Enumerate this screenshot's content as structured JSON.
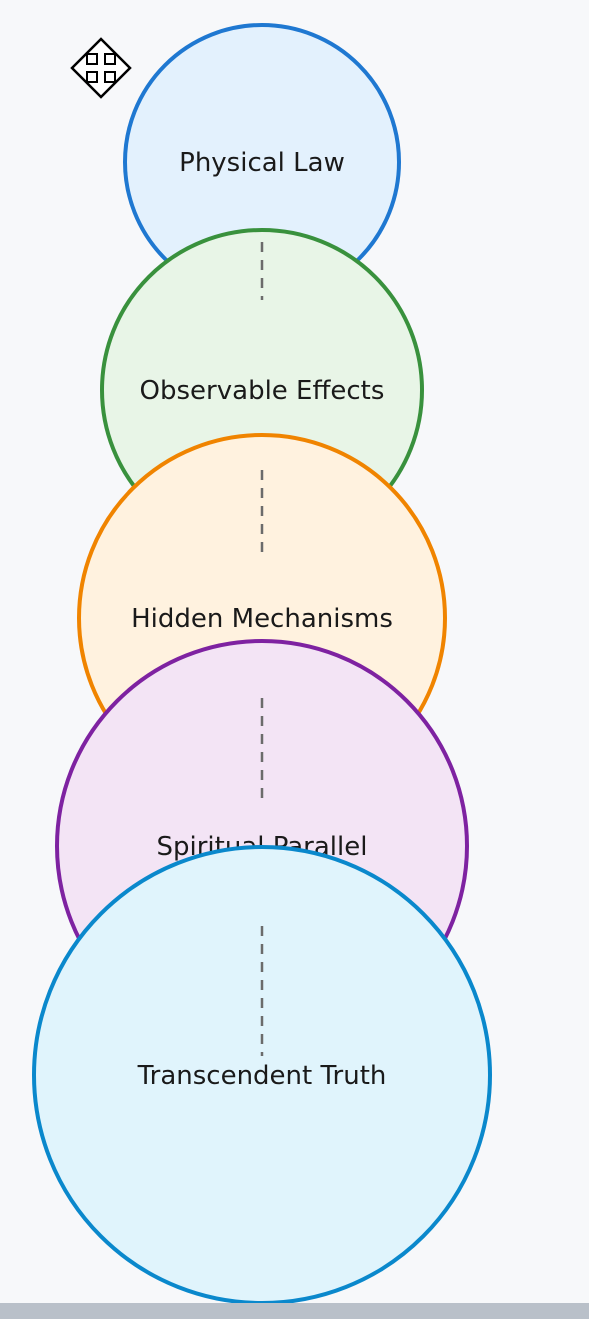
{
  "diagram": {
    "nodes": [
      {
        "id": "physical-law",
        "label": "Physical Law",
        "stroke": "#1f78d1",
        "fill": "#e3f1fd"
      },
      {
        "id": "observable-effects",
        "label": "Observable Effects",
        "stroke": "#39913d",
        "fill": "#e8f5e7"
      },
      {
        "id": "hidden-mechanisms",
        "label": "Hidden Mechanisms",
        "stroke": "#f08400",
        "fill": "#fff2df"
      },
      {
        "id": "spiritual-parallel",
        "label": "Spiritual Parallel",
        "stroke": "#7e22a1",
        "fill": "#f3e4f5"
      },
      {
        "id": "transcendent-truth",
        "label": "Transcendent Truth",
        "stroke": "#0a88cc",
        "fill": "#e0f4fc"
      }
    ],
    "connector_color": "#6b6b6b",
    "move_handle_icon": "move-cursor-icon"
  }
}
